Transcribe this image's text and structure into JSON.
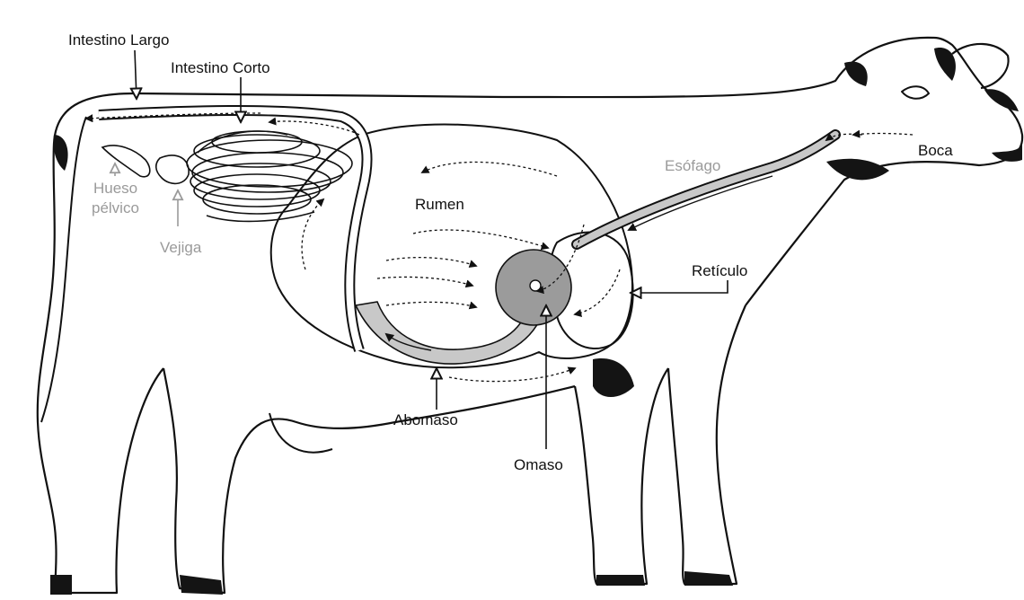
{
  "diagram": {
    "labels": {
      "intestino_largo": "Intestino Largo",
      "intestino_corto": "Intestino Corto",
      "hueso_pelvico_line1": "Hueso",
      "hueso_pelvico_line2": "pélvico",
      "vejiga": "Vejiga",
      "rumen": "Rumen",
      "esofago": "Esófago",
      "boca": "Boca",
      "reticulo": "Retículo",
      "abomaso": "Abomaso",
      "omaso": "Omaso"
    },
    "colors": {
      "outline": "#111111",
      "dark_label": "#111111",
      "grey_label": "#9a9a9a",
      "tract_fill": "#c8c8c8",
      "omasum_fill": "#9b9b9b",
      "black_patch": "#141414"
    }
  }
}
